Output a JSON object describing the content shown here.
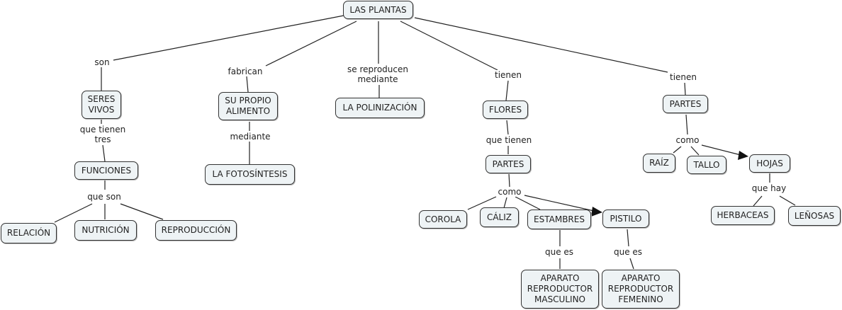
{
  "concepts": {
    "root": "LAS PLANTAS",
    "seres_vivos": "SERES\nVIVOS",
    "funciones": "FUNCIONES",
    "relacion": "RELACIÓN",
    "nutricion": "NUTRICIÓN",
    "reproduccion": "REPRODUCCIÓN",
    "alimento": "SU PROPIO\nALIMENTO",
    "fotosintesis": "LA FOTOSÍNTESIS",
    "polinizacion": "LA POLINIZACIÓN",
    "flores": "FLORES",
    "partes_flor": "PARTES",
    "corola": "COROLA",
    "caliz": "CÁLIZ",
    "estambres": "ESTAMBRES",
    "pistilo": "PISTILO",
    "masculino": "APARATO\nREPRODUCTOR\nMASCULINO",
    "femenino": "APARATO\nREPRODUCTOR\nFEMENINO",
    "partes_planta": "PARTES",
    "raiz": "RAÍZ",
    "tallo": "TALLO",
    "hojas": "HOJAS",
    "herbaceas": "HERBACEAS",
    "lenosas": "LEÑOSAS"
  },
  "links": {
    "son": "son",
    "que_tienen_tres": "que tienen\ntres",
    "que_son": "que son",
    "fabrican": "fabrican",
    "mediante": "mediante",
    "se_reproducen": "se reproducen\nmediante",
    "tienen_flores": "tienen",
    "que_tienen": "que tienen",
    "como_flor": "como",
    "que_es_m": "que es",
    "que_es_f": "que es",
    "tienen_partes": "tienen",
    "como_planta": "como",
    "que_hay": "que hay"
  }
}
